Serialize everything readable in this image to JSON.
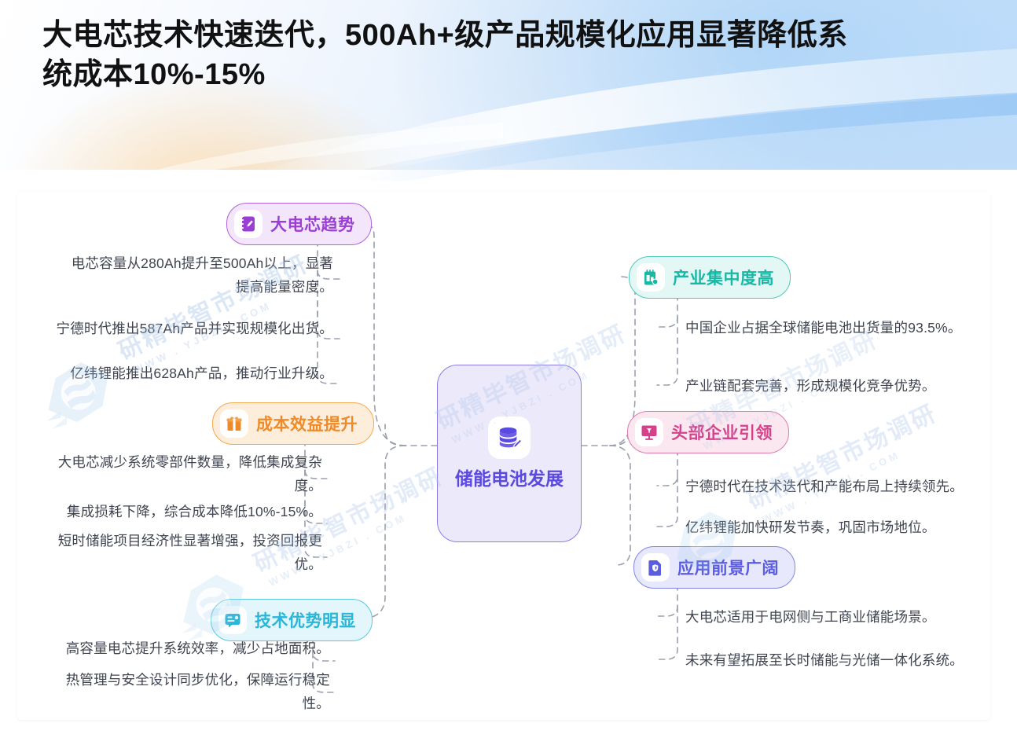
{
  "title": {
    "line1": "大电芯技术快速迭代，500Ah+级产品规模化应用显著降低系",
    "line2": "统成本10%-15%"
  },
  "center": {
    "label": "储能电池发展",
    "icon": "database-icon",
    "color": "#5b4ae0",
    "fill": "#ece9fb",
    "border": "#8d7ce8"
  },
  "branches": [
    {
      "id": "big-cell-trend",
      "label": "大电芯趋势",
      "icon": "notebook-pen-icon",
      "color": "#9b3fd4",
      "fill": "#f3e6fb",
      "border": "#b163e0",
      "side": "left",
      "items": [
        "电芯容量从280Ah提升至500Ah以上，显著\n提高能量密度。",
        "宁德时代推出587Ah产品并实现规模化出货。",
        "亿纬锂能推出628Ah产品，推动行业升级。"
      ]
    },
    {
      "id": "cost-benefit",
      "label": "成本效益提升",
      "icon": "gift-icon",
      "color": "#f08a28",
      "fill": "#fdeedb",
      "border": "#f5a košik",
      "side": "left",
      "items": [
        "大电芯减少系统零部件数量，降低集成复杂\n度。",
        "集成损耗下降，综合成本降低10%-15%。",
        "短时储能项目经济性显著增强，投资回报更\n优。"
      ]
    },
    {
      "id": "tech-advantage",
      "label": "技术优势明显",
      "icon": "chat-card-icon",
      "color": "#29b6d8",
      "fill": "#e2f6fb",
      "border": "#5cc8de",
      "side": "left",
      "items": [
        "高容量电芯提升系统效率，减少占地面积。",
        "热管理与安全设计同步优化，保障运行稳定\n性。"
      ]
    },
    {
      "id": "industry-concentration",
      "label": "产业集中度高",
      "icon": "calendar-building-icon",
      "color": "#17b8a6",
      "fill": "#e3f7f4",
      "border": "#4fc9ba",
      "side": "right",
      "items": [
        "中国企业占据全球储能电池出货量的93.5%。",
        "产业链配套完善，形成规模化竞争优势。"
      ]
    },
    {
      "id": "leading-enterprises",
      "label": "头部企业引领",
      "icon": "monitor-icon",
      "color": "#d6428a",
      "fill": "#fbe7f0",
      "border": "#e07bae",
      "side": "right",
      "items": [
        "宁德时代在技术迭代和产能布局上持续领先。",
        "亿纬锂能加快研发节奏，巩固市场地位。"
      ]
    },
    {
      "id": "application-prospects",
      "label": "应用前景广阔",
      "icon": "document-shield-icon",
      "color": "#5b5ce0",
      "fill": "#e7e8fb",
      "border": "#8285e8",
      "side": "right",
      "items": [
        "大电芯适用于电网侧与工商业储能场景。",
        "未来有望拓展至长时储能与光储一体化系统。"
      ]
    }
  ],
  "watermark": {
    "main": "研精毕智市场调研",
    "sub": "WWW . YJBZI . COM"
  }
}
